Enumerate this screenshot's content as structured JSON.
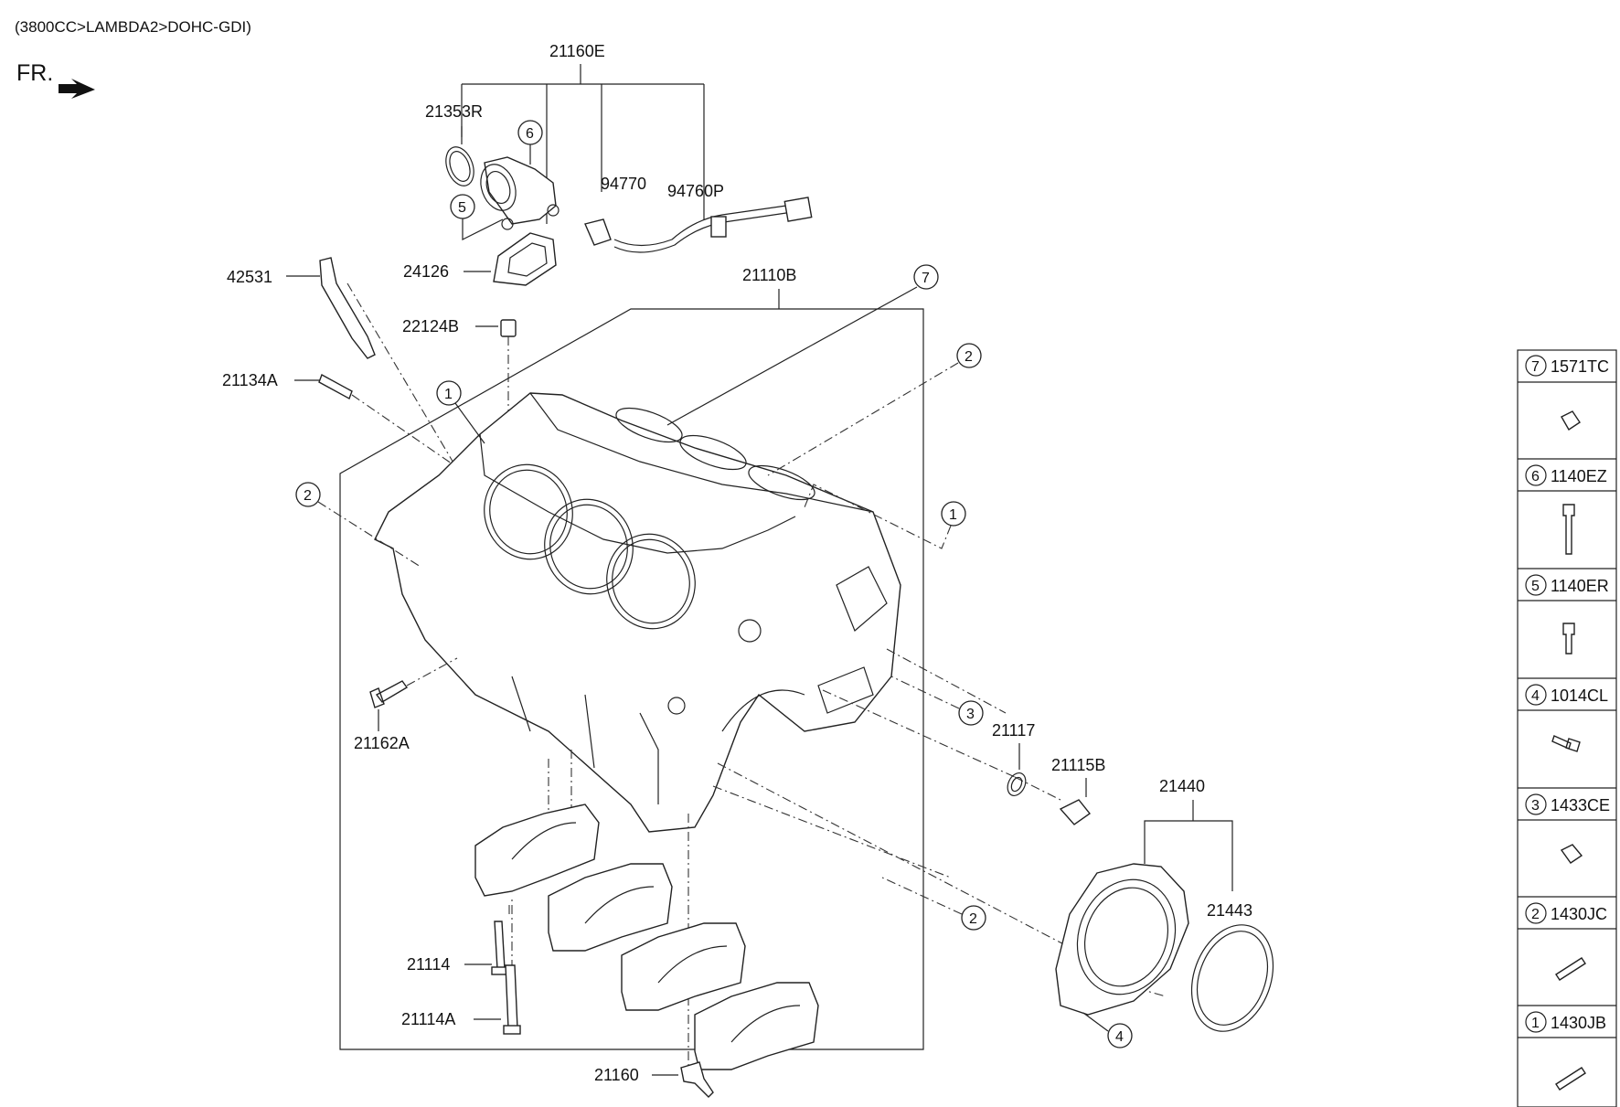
{
  "header": {
    "variant": "(3800CC>LAMBDA2>DOHC-GDI)",
    "front": "FR."
  },
  "callouts": {
    "c21160E": "21160E",
    "c21353R": "21353R",
    "c94770": "94770",
    "c94760P": "94760P",
    "c24126": "24126",
    "c42531": "42531",
    "c22124B": "22124B",
    "c21110B": "21110B",
    "c21134A": "21134A",
    "c21162A": "21162A",
    "c21117": "21117",
    "c21115B": "21115B",
    "c21440": "21440",
    "c21443": "21443",
    "c21114": "21114",
    "c21114A": "21114A",
    "c21160": "21160"
  },
  "circle_refs": {
    "r1a": "1",
    "r1b": "1",
    "r2a": "2",
    "r2b": "2",
    "r2c": "2",
    "r3": "3",
    "r4": "4",
    "r5": "5",
    "r6": "6",
    "r7": "7"
  },
  "legend": [
    {
      "num": "7",
      "code": "1571TC"
    },
    {
      "num": "6",
      "code": "1140EZ"
    },
    {
      "num": "5",
      "code": "1140ER"
    },
    {
      "num": "4",
      "code": "1014CL"
    },
    {
      "num": "3",
      "code": "1433CE"
    },
    {
      "num": "2",
      "code": "1430JC"
    },
    {
      "num": "1",
      "code": "1430JB"
    }
  ]
}
